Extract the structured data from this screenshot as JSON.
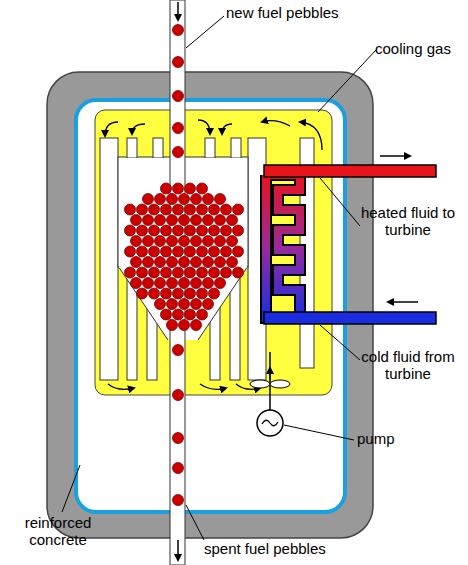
{
  "diagram": {
    "labels": [
      "new fuel pebbles",
      "cooling gas",
      "heated fluid to turbine",
      "cold fluid from turbine",
      "pump",
      "reinforced concrete",
      "spent fuel pebbles"
    ]
  }
}
